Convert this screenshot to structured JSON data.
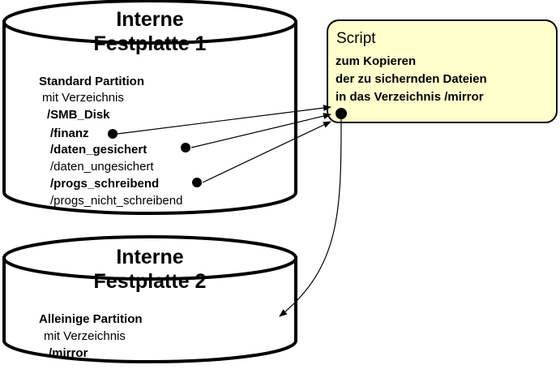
{
  "diagram": {
    "title_hidden": "Backup script diagram",
    "colors": {
      "stroke": "#000000",
      "script_fill": "#ffffcc",
      "background": "#ffffff"
    }
  },
  "disk1": {
    "title_line1": "Interne",
    "title_line2": "Festplatte 1",
    "partition_label": "Standard Partition",
    "sub_label": "mit Verzeichnis",
    "root_dir": "/SMB_Disk",
    "directories": [
      {
        "name": "/finanz",
        "backed_up": true
      },
      {
        "name": "/daten_gesichert",
        "backed_up": true
      },
      {
        "name": "/daten_ungesichert",
        "backed_up": false
      },
      {
        "name": "/progs_schreibend",
        "backed_up": true
      },
      {
        "name": "/progs_nicht_schreibend",
        "backed_up": false
      }
    ]
  },
  "disk2": {
    "title_line1": "Interne",
    "title_line2": "Festplatte 2",
    "partition_label": "Alleinige Partition",
    "sub_label": "mit Verzeichnis",
    "root_dir": "/mirror"
  },
  "script_box": {
    "title": "Script",
    "line1": "zum Kopieren",
    "line2": "der zu sichernden Dateien",
    "line3": "in das Verzeichnis /mirror"
  }
}
